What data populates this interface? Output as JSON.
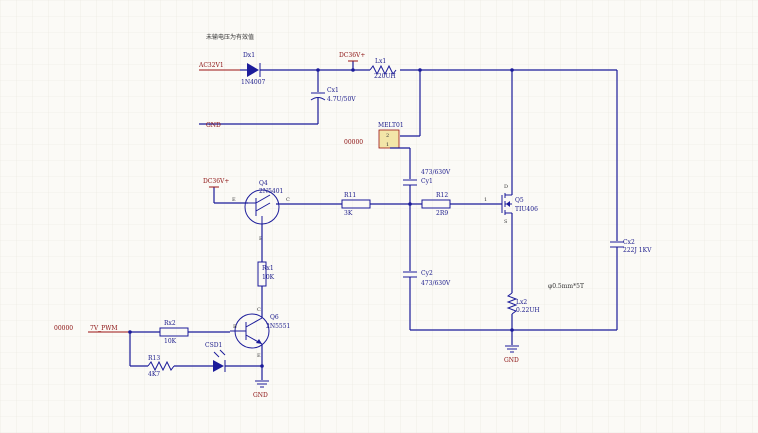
{
  "note": "未输电压为有效值",
  "nets": {
    "ac_in": "AC32V1",
    "gnd_top": "GND",
    "dc_top": "DC36V+",
    "dc_left": "DC36V+",
    "melt_code": "00000",
    "pwm_code": "00000",
    "pwm": "7V_PWM",
    "gnd_q6": "GND",
    "gnd_right": "GND"
  },
  "components": {
    "dx1": {
      "ref": "Dx1",
      "value": "1N4007"
    },
    "cx1": {
      "ref": "Cx1",
      "value": "4.7U/50V"
    },
    "lx1": {
      "ref": "Lx1",
      "value": "220UH"
    },
    "melt": {
      "ref": "MELT01",
      "pin_top": "2",
      "pin_bottom": "1"
    },
    "cy1": {
      "ref": "Cy1",
      "value": "473/630V"
    },
    "cy2": {
      "ref": "Cy2",
      "value": "473/630V"
    },
    "q4": {
      "ref": "Q4",
      "value": "2N5401"
    },
    "r11": {
      "ref": "R11",
      "value": "3K"
    },
    "r12": {
      "ref": "R12",
      "value": "2R9"
    },
    "q5": {
      "ref": "Q5",
      "value": "TIU406"
    },
    "cx2": {
      "ref": "Cx2",
      "value": "222J 1KV"
    },
    "rx1": {
      "ref": "Rx1",
      "value": "10K"
    },
    "rx2": {
      "ref": "Rx2",
      "value": "10K"
    },
    "r13": {
      "ref": "R13",
      "value": "4K7"
    },
    "csd1": {
      "ref": "CSD1"
    },
    "q6": {
      "ref": "Q6",
      "value": "2N5551"
    },
    "lx2": {
      "ref": "Lx2",
      "value": "0.22UH"
    }
  },
  "coil_note": "φ0.5mm*5T",
  "pins": {
    "q4_e": "E",
    "q4_c": "C",
    "q4_b": "B",
    "q6_b": "B",
    "q6_c": "C",
    "q6_e": "E",
    "q5_g": "1",
    "q5_d": "D",
    "q5_s": "S"
  }
}
